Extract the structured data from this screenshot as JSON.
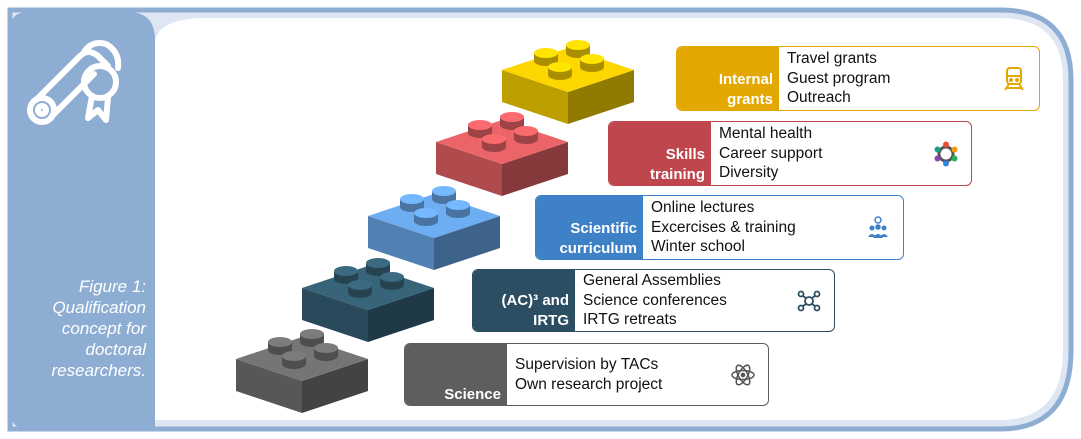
{
  "caption": [
    "Figure 1:",
    "Qualification",
    "concept for",
    "doctoral",
    "researchers."
  ],
  "tiers": [
    {
      "label": [
        "Internal",
        "grants"
      ],
      "items": [
        "Travel grants",
        "Guest program",
        "Outreach"
      ],
      "icon": "train-icon",
      "color": "#E2A800",
      "brick": "#F2CC00"
    },
    {
      "label": [
        "Skills",
        "training"
      ],
      "items": [
        "Mental health",
        "Career support",
        "Diversity"
      ],
      "icon": "diversity-circle-icon",
      "color": "#C0464D",
      "brick": "#E05F63"
    },
    {
      "label": [
        "Scientific",
        "curriculum"
      ],
      "items": [
        "Online lectures",
        "Excercises & training",
        "Winter school"
      ],
      "icon": "team-idea-icon",
      "color": "#3F81C7",
      "brick": "#68A5E6"
    },
    {
      "label": [
        "(AC)³ and",
        "IRTG"
      ],
      "items": [
        "General Assemblies",
        "Science conferences",
        "IRTG retreats"
      ],
      "icon": "network-icon",
      "color": "#2B4E63",
      "brick": "#355F74"
    },
    {
      "label": [
        "Science"
      ],
      "items": [
        "Supervision by TACs",
        "Own research project"
      ],
      "icon": "atom-icon",
      "color": "#5E5E5E",
      "brick": "#6F6F6F"
    }
  ],
  "colors": {
    "frame": "#8EADD3",
    "frameDark": "#6E90BE"
  }
}
